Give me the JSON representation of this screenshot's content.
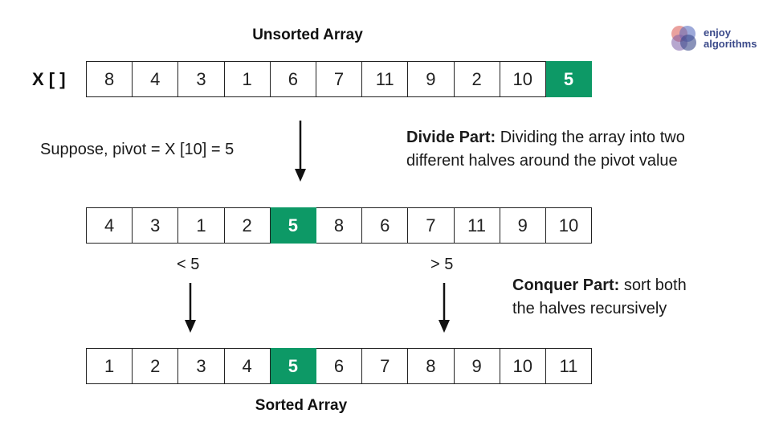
{
  "logo": {
    "line1": "enjoy",
    "line2": "algorithms"
  },
  "unsorted": {
    "title": "Unsorted Array",
    "label": "X [ ]",
    "cells": [
      "8",
      "4",
      "3",
      "1",
      "6",
      "7",
      "11",
      "9",
      "2",
      "10",
      "5"
    ],
    "pivot_index": 10
  },
  "pivot_note": "Suppose, pivot = X [10] = 5",
  "divide": {
    "heading": "Divide Part:",
    "text_line1": "Dividing the array into two",
    "text_line2": "different halves around the pivot value"
  },
  "partitioned": {
    "cells": [
      "4",
      "3",
      "1",
      "2",
      "5",
      "8",
      "6",
      "7",
      "11",
      "9",
      "10"
    ],
    "pivot_index": 4
  },
  "left_label": "< 5",
  "right_label": "> 5",
  "conquer": {
    "heading": "Conquer Part:",
    "text_line1": "sort both",
    "text_line2": "the halves recursively"
  },
  "sorted": {
    "title": "Sorted Array",
    "cells": [
      "1",
      "2",
      "3",
      "4",
      "5",
      "6",
      "7",
      "8",
      "9",
      "10",
      "11"
    ],
    "pivot_index": 4
  },
  "colors": {
    "pivot": "#0d9966",
    "border": "#222222",
    "logo": "#3b4a8a"
  }
}
